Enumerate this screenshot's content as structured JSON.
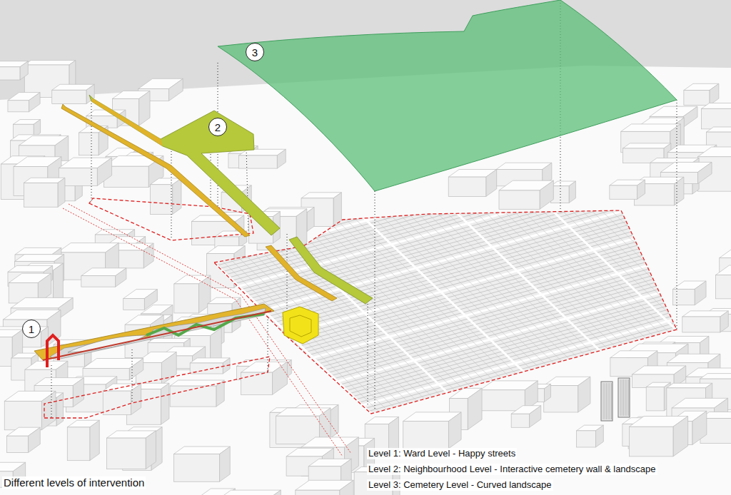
{
  "diagram": {
    "caption": "Different levels of intervention",
    "nodes": [
      {
        "text": [
          "3"
        ]
      },
      {
        "text": [
          "2"
        ]
      },
      {
        "text": [
          "1"
        ]
      }
    ],
    "labels": [
      "Level 1: Ward Level - Happy streets",
      "Level 2: Neighbourhood Level - Interactive cemetery wall & landscape",
      "Level 3: Cemetery Level - Curved landscape"
    ]
  }
}
